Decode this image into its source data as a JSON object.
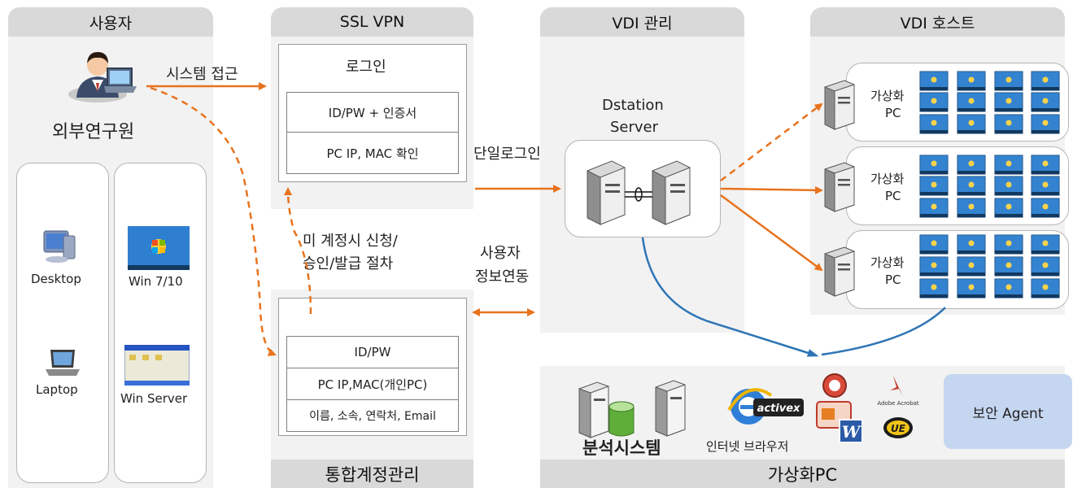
{
  "columns": {
    "user": {
      "title": "사용자"
    },
    "ssl": {
      "title": "SSL VPN"
    },
    "vdi_mgmt": {
      "title": "VDI 관리"
    },
    "vdi_host": {
      "title": "VDI 호스트"
    }
  },
  "user": {
    "name": "외부연구원",
    "devices": [
      "Desktop",
      "Laptop"
    ],
    "os": [
      "Win 7/10",
      "Win Server"
    ]
  },
  "ssl_login": {
    "title": "로그인",
    "rows": [
      "ID/PW + 인증서",
      "PC IP, MAC 확인"
    ]
  },
  "account": {
    "rows": [
      "ID/PW",
      "PC IP,MAC(개인PC)",
      "이름, 소속, 연락처, Email"
    ],
    "footer": "통합계정관리"
  },
  "flows": {
    "system_access": "시스템 접근",
    "sso": "단일로그인",
    "procedure_line1": "미 계정시 신청/",
    "procedure_line2": "승인/발급 절차",
    "sync_line1": "사용자",
    "sync_line2": "정보연동"
  },
  "server": {
    "line1": "Dstation",
    "line2": "Server"
  },
  "hosts": [
    {
      "line1": "가상화",
      "line2": "PC"
    },
    {
      "line1": "가상화",
      "line2": "PC"
    },
    {
      "line1": "가상화",
      "line2": "PC"
    }
  ],
  "vpc": {
    "analysis": "분석시스템",
    "browser": "인터넷 브라우저",
    "security": "보안 Agent",
    "footer": "가상화PC",
    "activex": "activex",
    "acrobat": "Adobe Acrobat",
    "ue": "UE",
    "word": "W"
  },
  "colors": {
    "orange": "#e8731e",
    "blue": "#2e75b6",
    "panel": "#f2f2f2",
    "header": "#d9d9d9",
    "security_box": "#c5d6f0"
  }
}
